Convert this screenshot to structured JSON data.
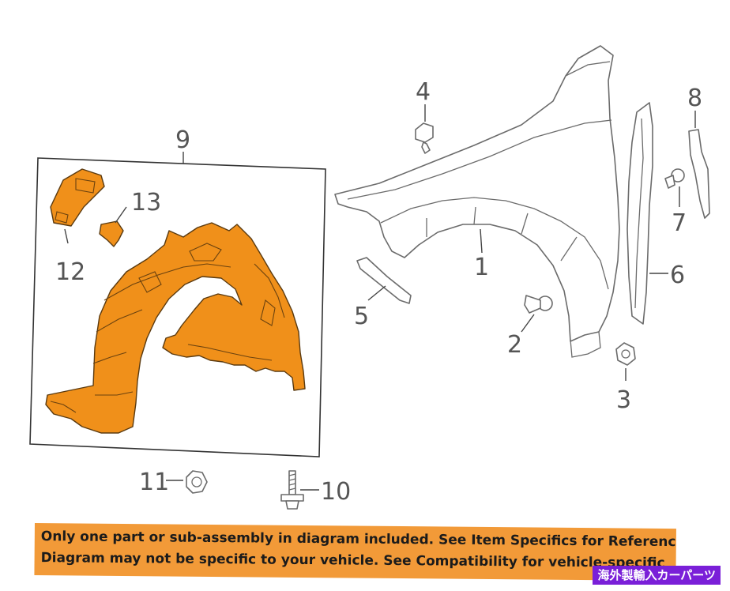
{
  "callouts": {
    "c1": "1",
    "c2": "2",
    "c3": "3",
    "c4": "4",
    "c5": "5",
    "c6": "6",
    "c7": "7",
    "c8": "8",
    "c9": "9",
    "c10": "10",
    "c11": "11",
    "c12": "12",
    "c13": "13"
  },
  "notice": {
    "line1": "Only one part or sub-assembly in diagram included. See Item Specifics for Reference #.",
    "line2": "Diagram may not be specific to your vehicle. See Compatibility for vehicle-specific"
  },
  "badge": {
    "text": "海外製輸入カーパーツ"
  },
  "colors": {
    "highlight": "#f0901a",
    "notice_bg": "#f29a38",
    "badge_bg": "#7a1fd8"
  }
}
